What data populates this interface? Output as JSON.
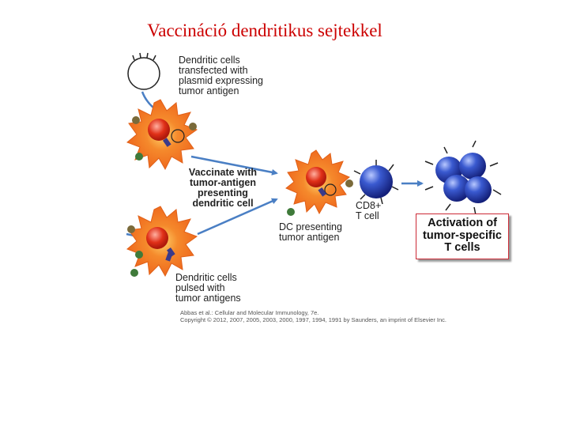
{
  "title": "Vaccináció dendritikus sejtekkel",
  "labels": {
    "transfected": "Dendritic cells\ntransfected  with\nplasmid expressing\ntumor antigen",
    "vaccinate": "Vaccinate with\ntumor-antigen\npresenting\ndendritic cell",
    "dc_presenting": "DC presenting\ntumor antigen",
    "cd8": "CD8+\nT cell",
    "pulsed": "Dendritic cells\npulsed with\ntumor antigens",
    "activation": "Activation of\ntumor-specific\nT cells"
  },
  "credit": "Abbas et al.: Cellular and Molecular Immunology, 7e.\nCopyright © 2012, 2007, 2005, 2003, 2000, 1997, 1994, 1991 by Saunders, an imprint of Elsevier Inc.",
  "colors": {
    "title": "#cc0000",
    "arrow": "#4a7fc4",
    "cell_orange": "#f07a28",
    "tcell_blue": "#2c45b0",
    "box_border": "#cc2a36"
  }
}
